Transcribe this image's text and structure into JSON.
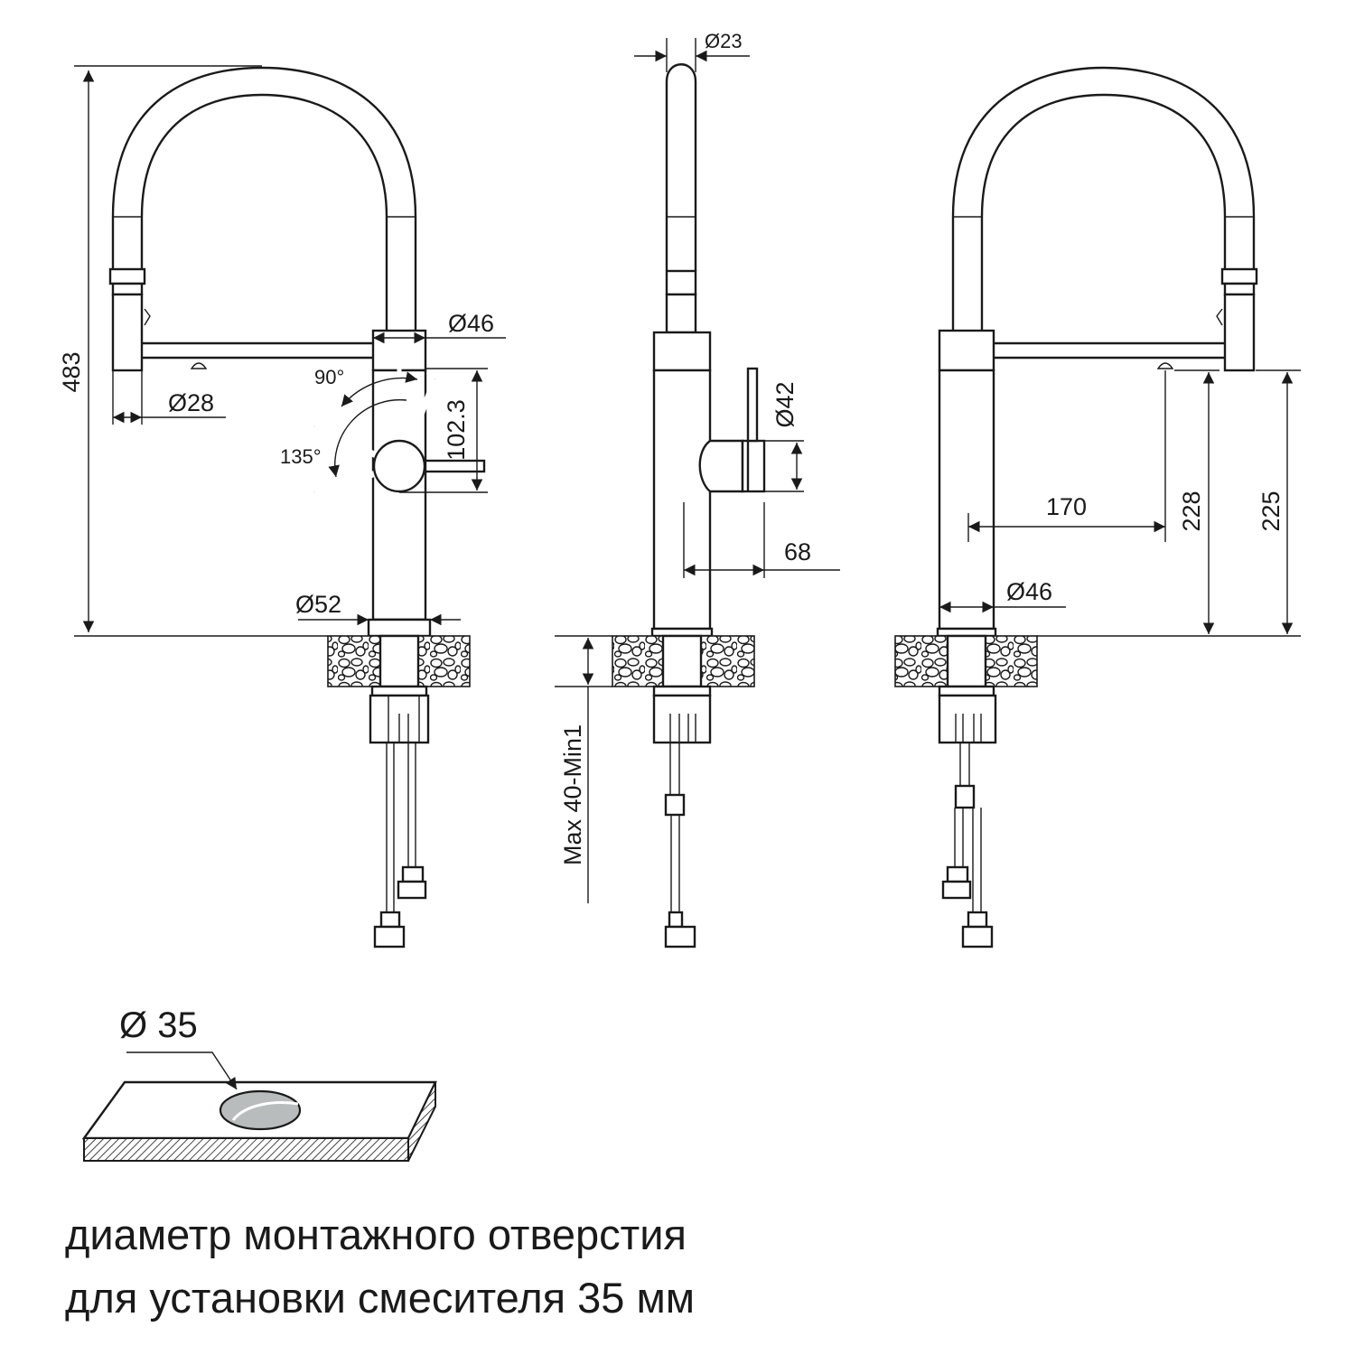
{
  "dimensions": {
    "front": {
      "height_483": "483",
      "dia_28": "Ø28",
      "dia_46": "Ø46",
      "dia_52": "Ø52",
      "angle_90": "90°",
      "angle_135": "135°",
      "height_102_3": "102.3"
    },
    "side": {
      "dia_23": "Ø23",
      "dia_42": "Ø42",
      "width_68": "68",
      "deck_thickness": "Max 40-Min1"
    },
    "back": {
      "reach_170": "170",
      "height_228": "228",
      "height_225": "225",
      "dia_46": "Ø46"
    },
    "hole": {
      "dia_35": "Ø 35"
    }
  },
  "caption": {
    "line1": "диаметр монтажного отверстия",
    "line2": "для установки смесителя 35 мм"
  },
  "colors": {
    "line": "#1a1a1a",
    "hole_fill": "#b9bcbc",
    "background": "#ffffff"
  }
}
